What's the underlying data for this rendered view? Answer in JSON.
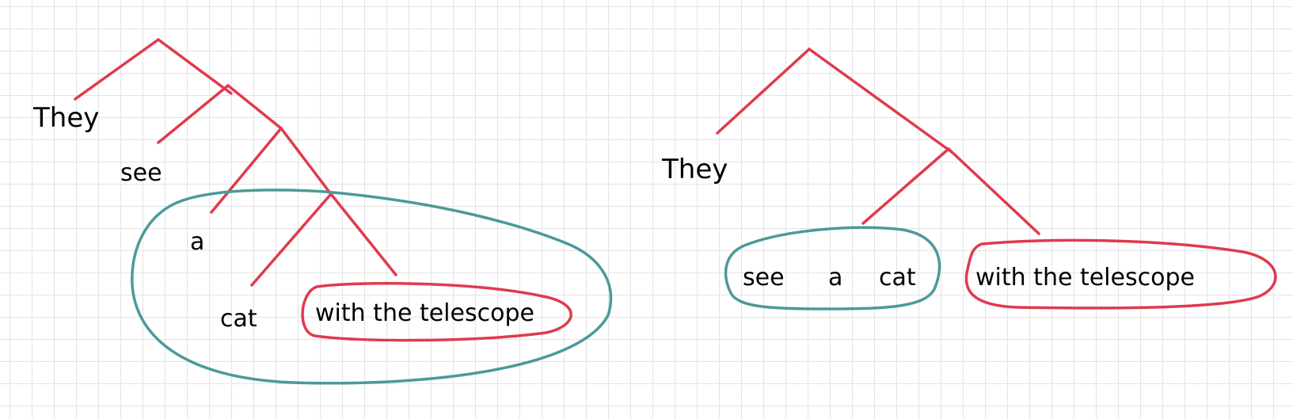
{
  "colors": {
    "tree": "#e03a4e",
    "np_loop": "#4b9a9a",
    "pp_loop": "#e03a4e",
    "text": "#000000",
    "grid": "#e3e3e3"
  },
  "left_tree": {
    "words": [
      "They",
      "see",
      "a",
      "cat",
      "with the telescope"
    ]
  },
  "right_tree": {
    "words": [
      "They",
      "see",
      "a",
      "cat",
      "with the telescope"
    ]
  }
}
